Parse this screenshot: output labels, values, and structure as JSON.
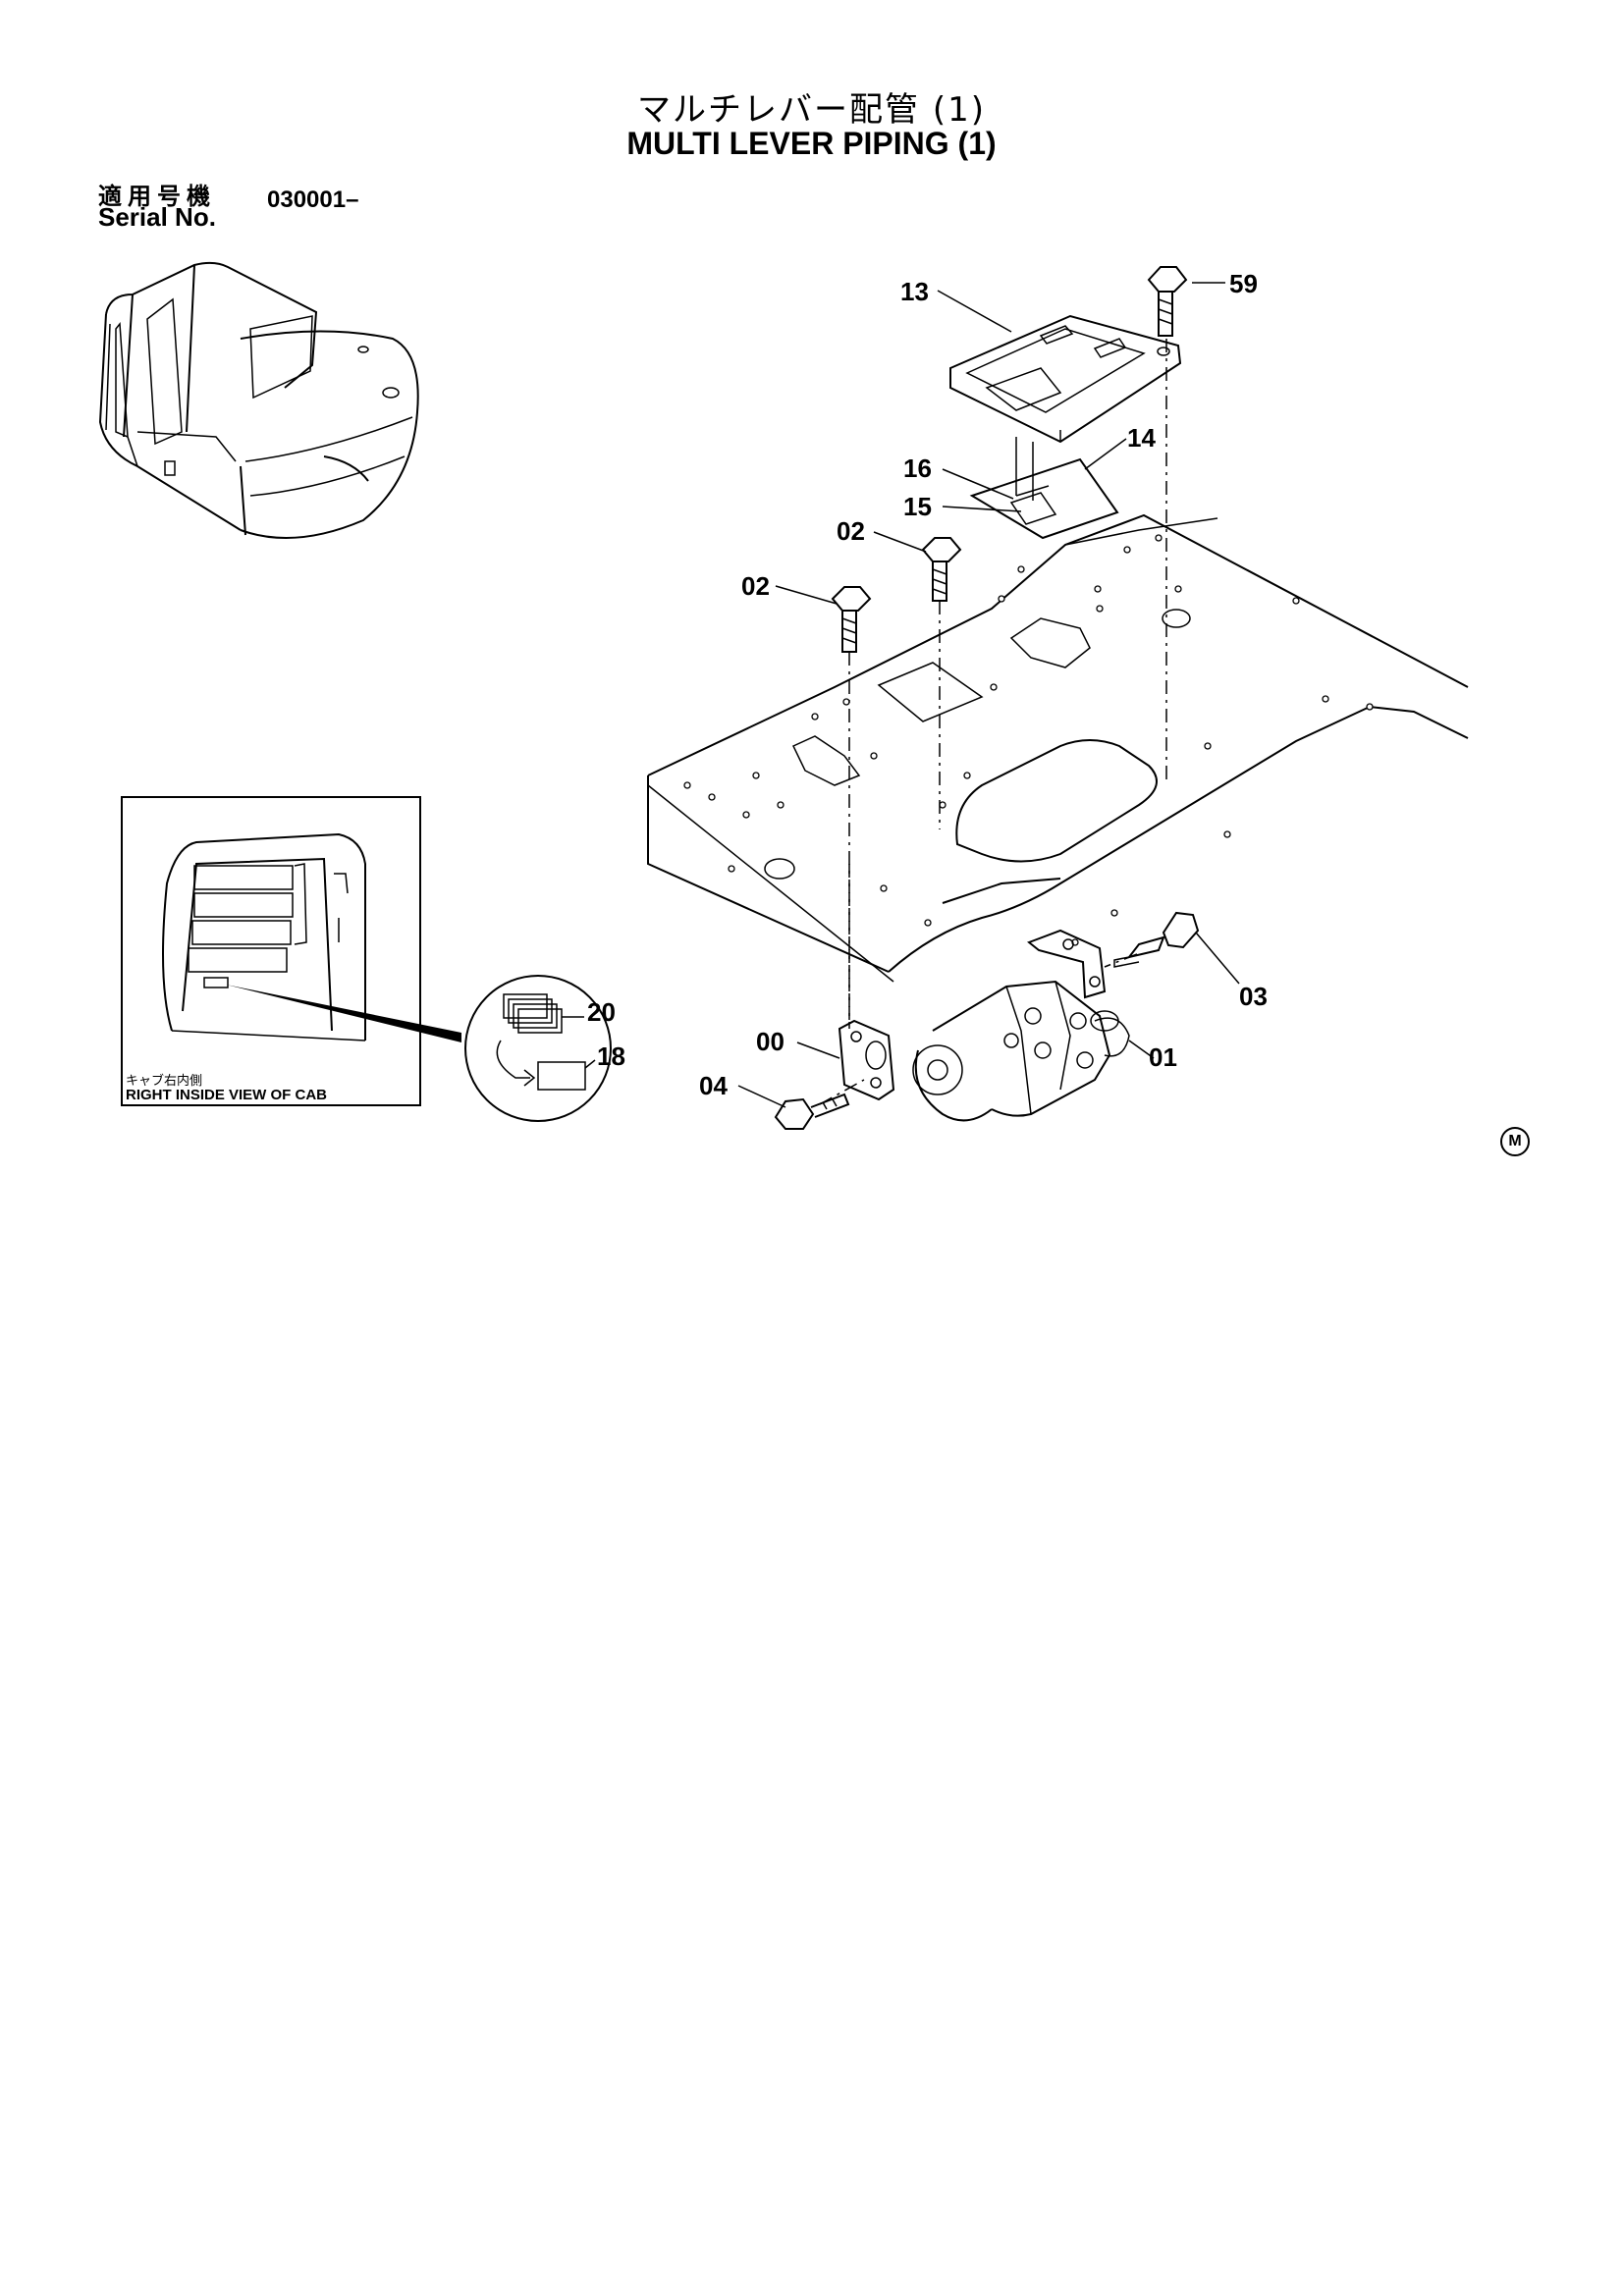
{
  "header": {
    "title_jp": "マルチレバー配管 (1)",
    "title_en": "MULTI LEVER  PIPING (1)"
  },
  "serial": {
    "label_jp": "適用号機",
    "label_en": "Serial No.",
    "value": "030001–"
  },
  "inset": {
    "caption_jp": "キャブ右内側",
    "caption_en": "RIGHT INSIDE VIEW OF CAB"
  },
  "callouts": {
    "c13": "13",
    "c59": "59",
    "c14": "14",
    "c16": "16",
    "c15": "15",
    "c02a": "02",
    "c02b": "02",
    "c03": "03",
    "c00": "00",
    "c01": "01",
    "c04": "04",
    "c20": "20",
    "c18": "18"
  },
  "footer": {
    "mark": "M"
  }
}
